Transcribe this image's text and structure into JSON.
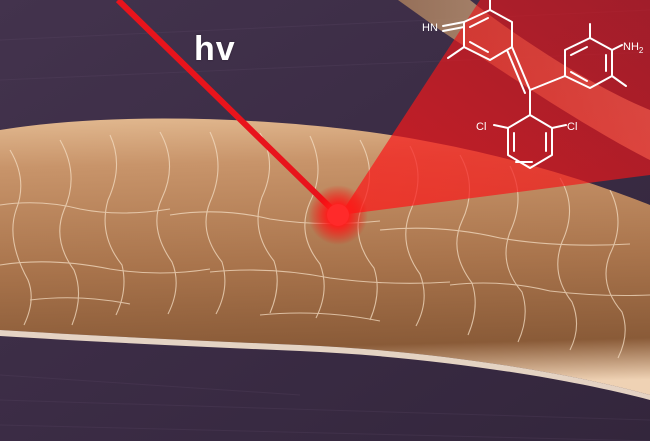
{
  "photon_label": "hv",
  "molecule": {
    "imine_group": "HN",
    "amine_group": "NH",
    "amine_subscript": "2",
    "chloro_left": "Cl",
    "chloro_right": "Cl"
  },
  "colors": {
    "background": "#3e2f48",
    "hair_fiber": "#b9855c",
    "laser": "#e8141c",
    "molecule_lines": "#ffffff"
  }
}
